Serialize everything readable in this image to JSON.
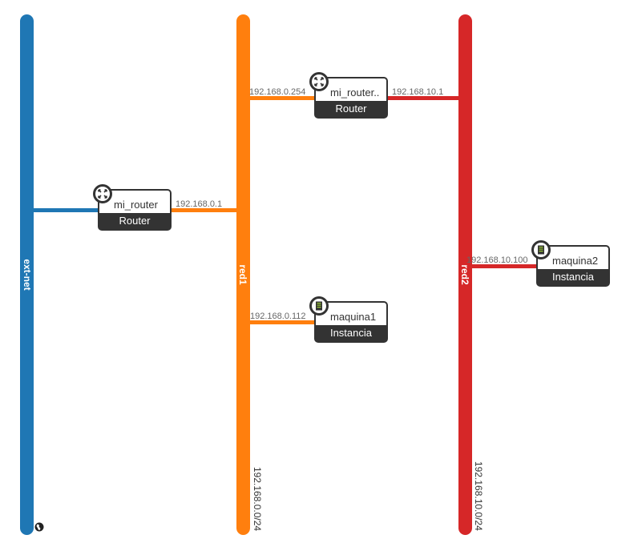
{
  "colors": {
    "ext_net": "#1f77b4",
    "red1": "#ff7f0e",
    "red2": "#d62728",
    "node": "#333333"
  },
  "networks": {
    "ext_net": {
      "name": "ext-net"
    },
    "red1": {
      "name": "red1",
      "subnet": "192.168.0.0/24"
    },
    "red2": {
      "name": "red2",
      "subnet": "192.168.10.0/24"
    }
  },
  "nodes": {
    "router_main": {
      "name": "mi_router",
      "type": "Router",
      "icon": "router-icon",
      "ip_red1": "192.168.0.1"
    },
    "router_second": {
      "name": "mi_router..",
      "type": "Router",
      "icon": "router-icon",
      "ip_red1": "192.168.0.254",
      "ip_red2": "192.168.10.1"
    },
    "maquina1": {
      "name": "maquina1",
      "type": "Instancia",
      "icon": "server-icon",
      "ip_red1": "192.168.0.112"
    },
    "maquina2": {
      "name": "maquina2",
      "type": "Instancia",
      "icon": "server-icon",
      "ip_red2": "192.168.10.100"
    }
  },
  "external_icon": "globe-icon"
}
